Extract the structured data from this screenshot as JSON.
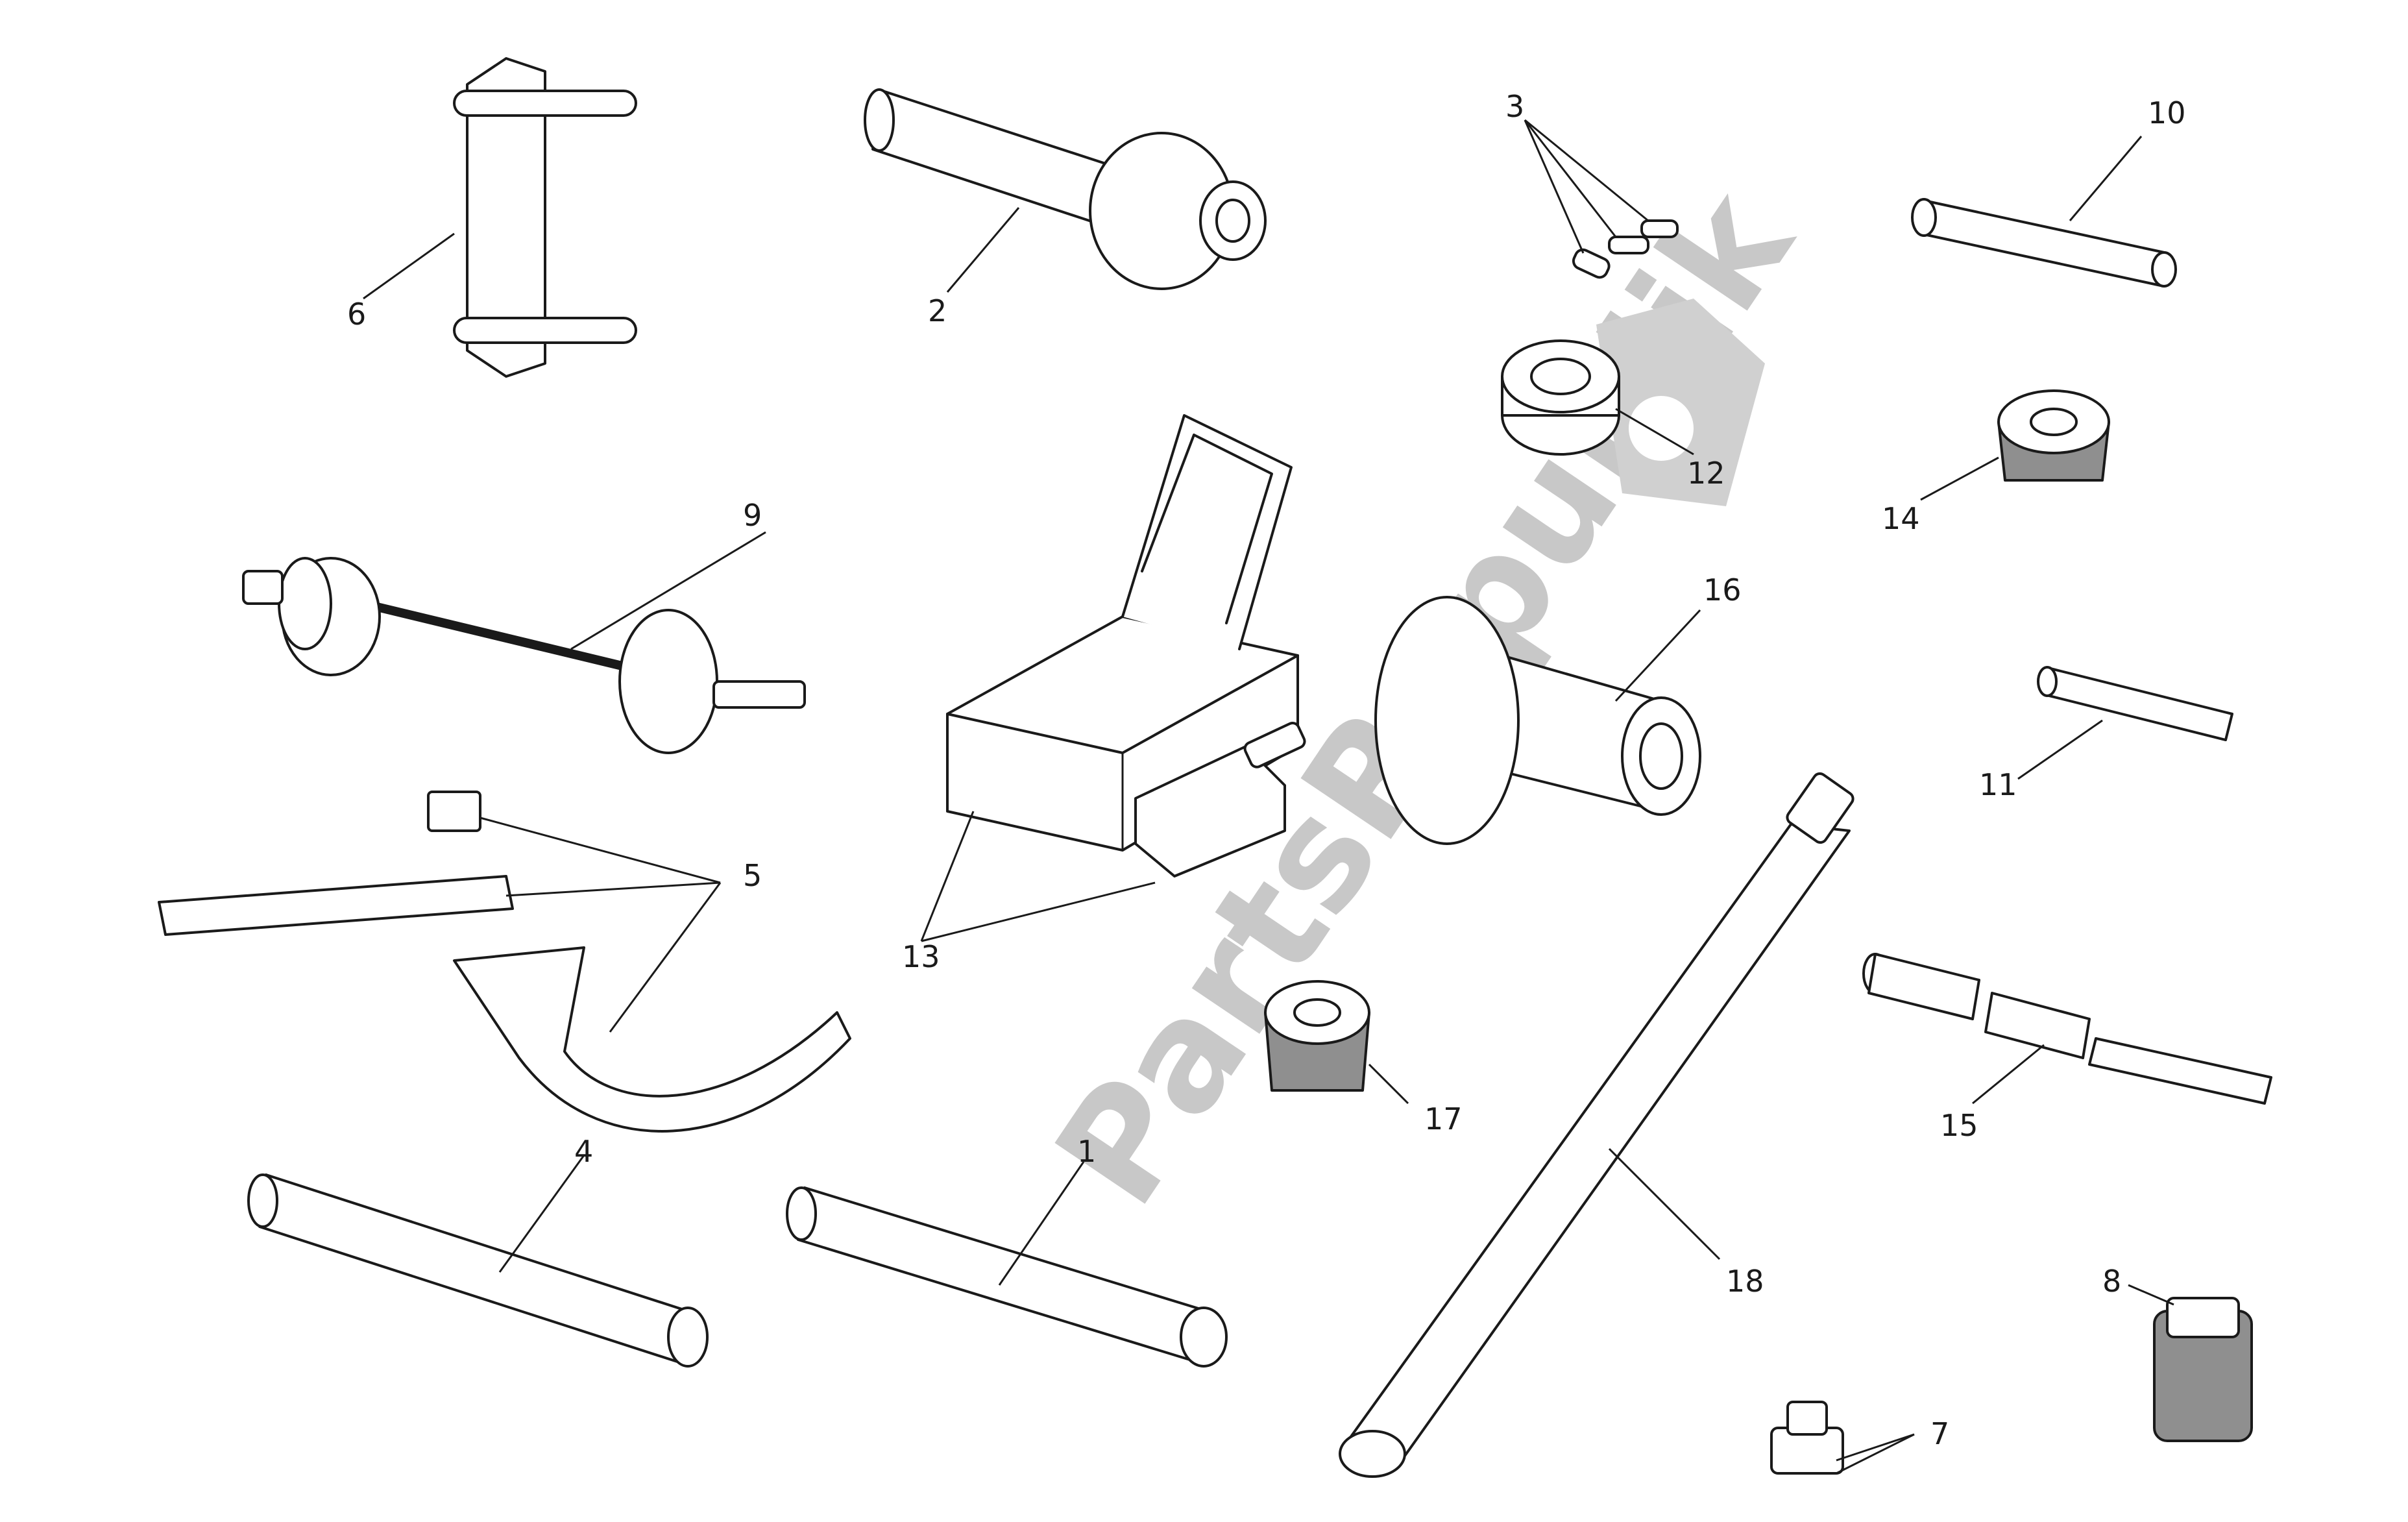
{
  "diagram": {
    "watermark_text": "PartsRepublik",
    "callouts": [
      "1",
      "2",
      "3",
      "4",
      "5",
      "6",
      "7",
      "8",
      "9",
      "10",
      "11",
      "12",
      "13",
      "14",
      "15",
      "16",
      "17",
      "18"
    ]
  }
}
